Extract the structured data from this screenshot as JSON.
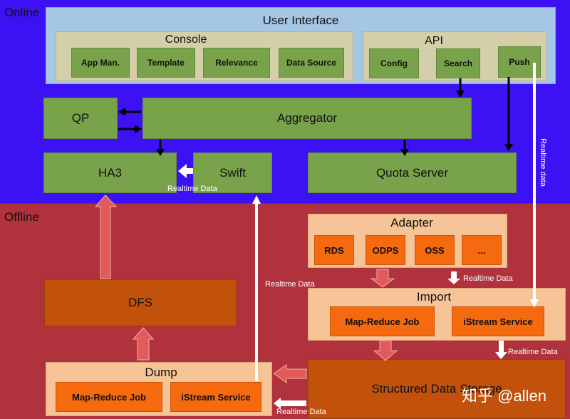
{
  "zones": {
    "online": "Online",
    "offline": "Offline"
  },
  "online": {
    "user_interface": {
      "title": "User Interface",
      "console": {
        "title": "Console",
        "items": [
          "App Man.",
          "Template",
          "Relevance",
          "Data Source"
        ]
      },
      "api": {
        "title": "API",
        "items": [
          "Config",
          "Search",
          "Push"
        ]
      }
    },
    "qp": "QP",
    "aggregator": "Aggregator",
    "ha3": "HA3",
    "swift": "Swift",
    "quota_server": "Quota Server"
  },
  "offline": {
    "adapter": {
      "title": "Adapter",
      "items": [
        "RDS",
        "ODPS",
        "OSS",
        "..."
      ]
    },
    "import": {
      "title": "Import",
      "items": [
        "Map-Reduce Job",
        "iStream Service"
      ]
    },
    "dfs": "DFS",
    "dump": {
      "title": "Dump",
      "items": [
        "Map-Reduce Job",
        "iStream Service"
      ]
    },
    "structured_storage": "Structured Data Storage"
  },
  "labels": {
    "realtime_data": "Realtime Data",
    "realtime_data_lower": "Realtime data"
  },
  "watermark": "知乎 @allen"
}
